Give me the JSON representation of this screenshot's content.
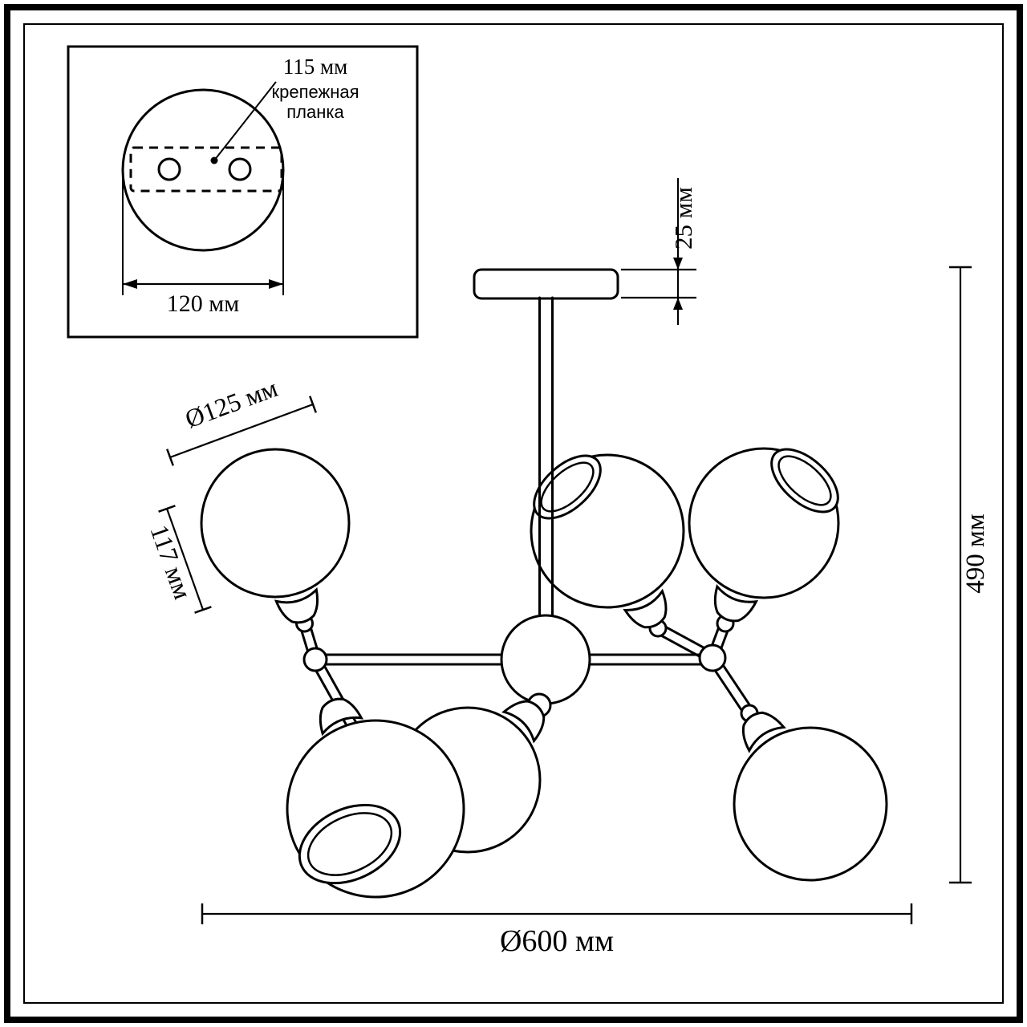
{
  "drawing": {
    "title": "chandelier-dimension-drawing",
    "colors": {
      "ink": "#000000",
      "background": "#ffffff"
    },
    "inset": {
      "hole_spacing": "115 мм",
      "bracket_label_line1": "крепежная",
      "bracket_label_line2": "планка",
      "plate_width": "120 мм"
    },
    "dims": {
      "canopy_height": "25 мм",
      "shade_diameter": "Ø125 мм",
      "shade_height": "117 мм",
      "overall_height": "490 мм",
      "overall_diameter": "Ø600 мм"
    }
  }
}
